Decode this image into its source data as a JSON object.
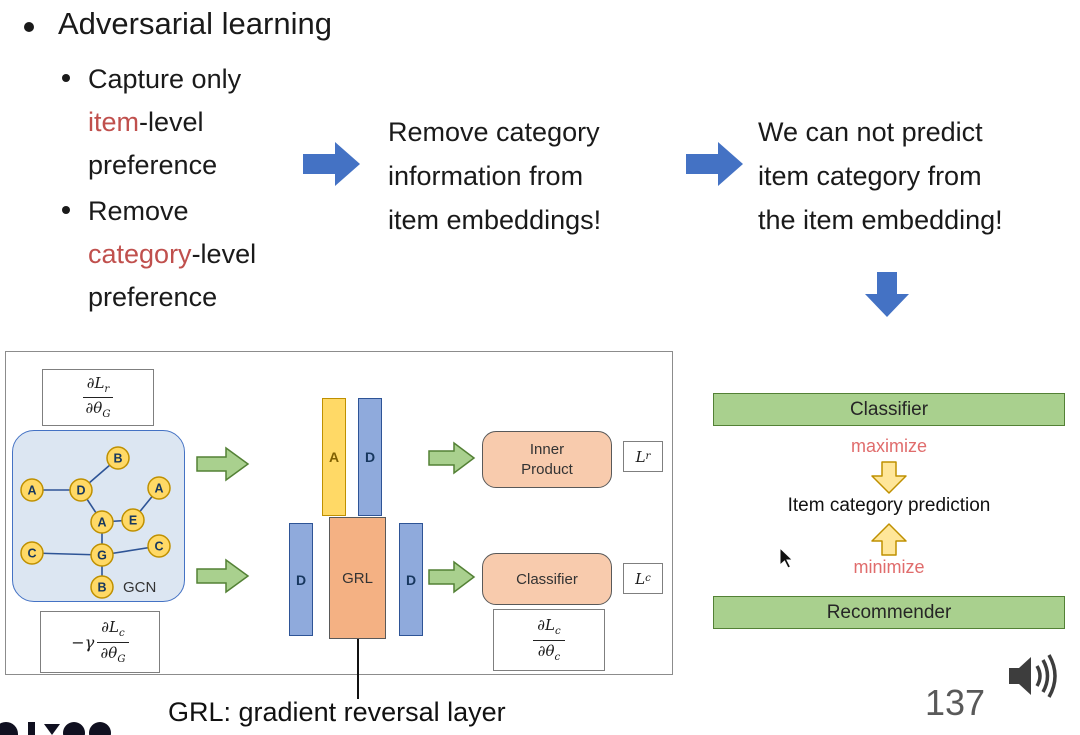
{
  "slide": {
    "title": "Adversarial learning",
    "bullets": [
      {
        "line1": "Capture only",
        "highlight": "item",
        "suffix": "-level",
        "line3": "preference"
      },
      {
        "line1": "Remove",
        "highlight": "category",
        "suffix": "-level",
        "line3": "preference"
      }
    ],
    "flow": {
      "step2_lines": [
        "Remove category",
        "information from",
        "item embeddings!"
      ],
      "step3_lines": [
        "We can not predict",
        "item category from",
        "the item embedding!"
      ]
    }
  },
  "diagram": {
    "grad_r": {
      "num": "∂L",
      "num_sub": "r",
      "den": "∂θ",
      "den_sub": "G"
    },
    "grad_c_g": {
      "prefix": "−γ",
      "num": "∂L",
      "num_sub": "c",
      "den": "∂θ",
      "den_sub": "G"
    },
    "grad_c_c": {
      "num": "∂L",
      "num_sub": "c",
      "den": "∂θ",
      "den_sub": "c"
    },
    "gcn_label": "GCN",
    "gcn_nodes": [
      "B",
      "A",
      "D",
      "A",
      "A",
      "E",
      "C",
      "G",
      "C",
      "B"
    ],
    "bars": {
      "yellow": "A",
      "d_top": "D",
      "d_left": "D",
      "grl": "GRL",
      "d_right": "D"
    },
    "inner_product": "Inner Product",
    "classifier": "Classifier",
    "loss_r": {
      "main": "L",
      "sub": "r"
    },
    "loss_c": {
      "main": "L",
      "sub": "c"
    },
    "caption": "GRL: gradient reversal layer"
  },
  "panel": {
    "classifier": "Classifier",
    "maximize": "maximize",
    "prediction": "Item category prediction",
    "minimize": "minimize",
    "recommender": "Recommender"
  },
  "page_number": "137",
  "colors": {
    "arrow_blue": "#4472c4",
    "highlight_red": "#c0504d",
    "minmax_red": "#e06c6c",
    "green_bar": "#a9d08e",
    "green_border": "#538135",
    "orange_box": "#f8cbad",
    "grl_orange": "#f4b183",
    "yellow_bar": "#ffd966",
    "blue_bar": "#8faadc",
    "yellow_arrow": "#ffe699",
    "gcn_fill": "#dce6f2",
    "node_yellow": "#ffd966"
  }
}
